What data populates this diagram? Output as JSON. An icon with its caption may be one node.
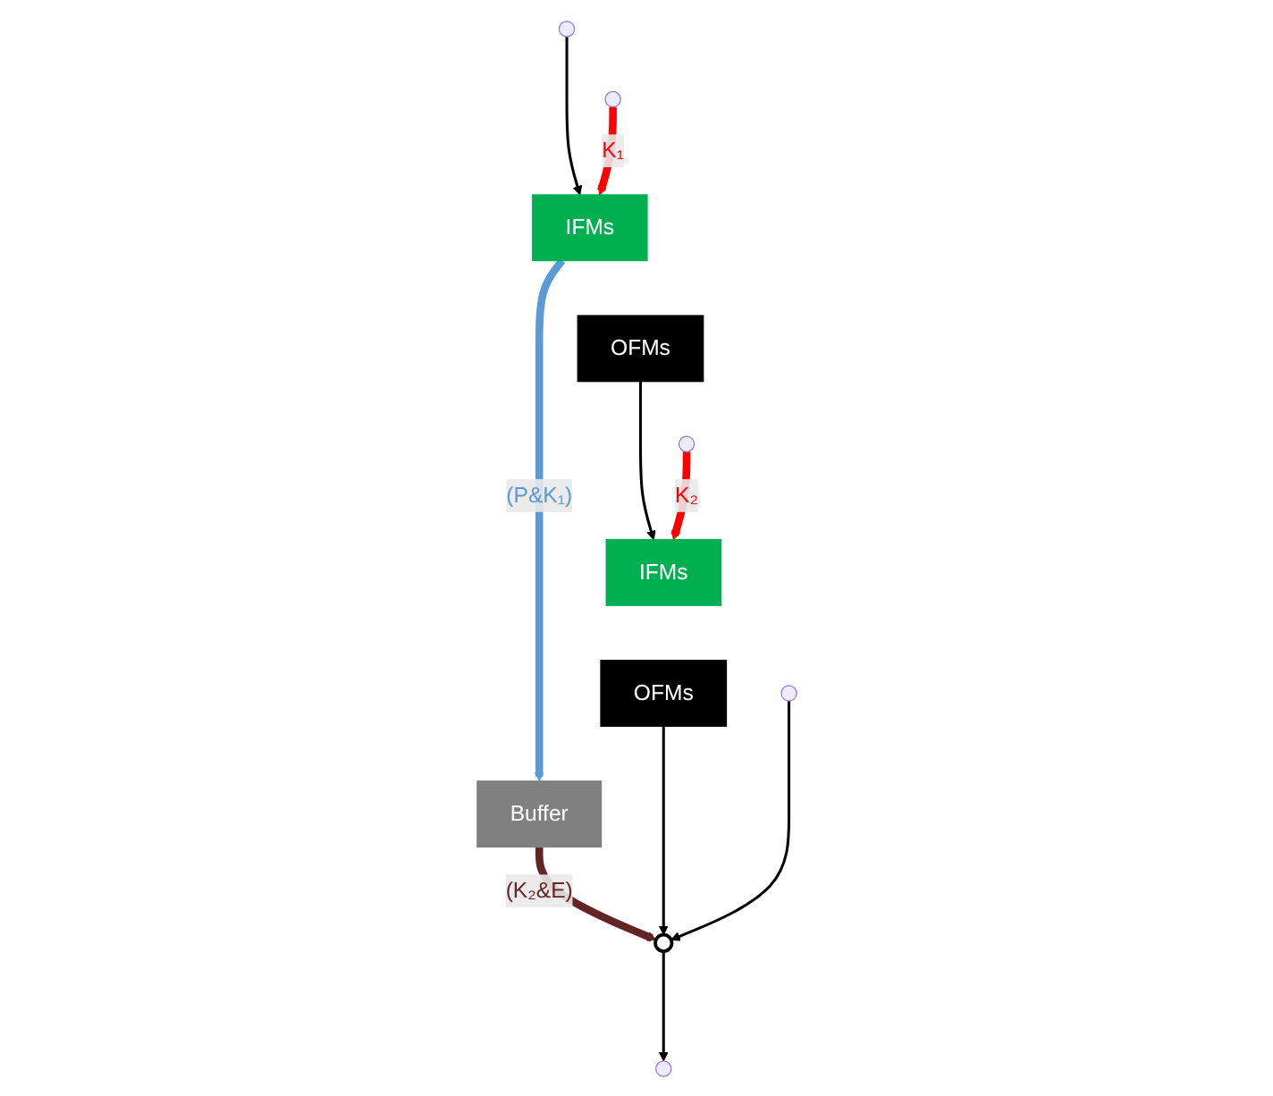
{
  "diagram": {
    "nodes": [
      {
        "text": [
          "IFMs"
        ]
      },
      {
        "text": [
          "OFMs"
        ]
      },
      {
        "text": [
          "IFMs"
        ]
      },
      {
        "text": [
          "OFMs"
        ]
      },
      {
        "text": [
          "Buffer"
        ]
      },
      {
        "text": [],
        "shape": "circle"
      }
    ],
    "edges": [
      {
        "from": null,
        "to": 0,
        "arrow": "to"
      },
      {
        "from": null,
        "to": 0,
        "arrow": "to",
        "label": "K₁",
        "style": "thick",
        "color": "#ff0000"
      },
      {
        "from": 0,
        "to": 4,
        "arrow": "to",
        "label": "(P&K₁)",
        "style": "thick",
        "color": "#5b9bd5"
      },
      {
        "from": 1,
        "to": 2,
        "arrow": "to"
      },
      {
        "from": null,
        "to": 2,
        "arrow": "to",
        "label": "K₂",
        "style": "thick",
        "color": "#ff0000"
      },
      {
        "from": 4,
        "to": 5,
        "arrow": "to",
        "label": "(K₂&E)",
        "style": "thick",
        "color": "#632523"
      },
      {
        "from": 3,
        "to": 5,
        "arrow": "to"
      },
      {
        "from": null,
        "to": 5,
        "arrow": "to"
      },
      {
        "from": 5,
        "to": null,
        "arrow": "to"
      }
    ]
  }
}
